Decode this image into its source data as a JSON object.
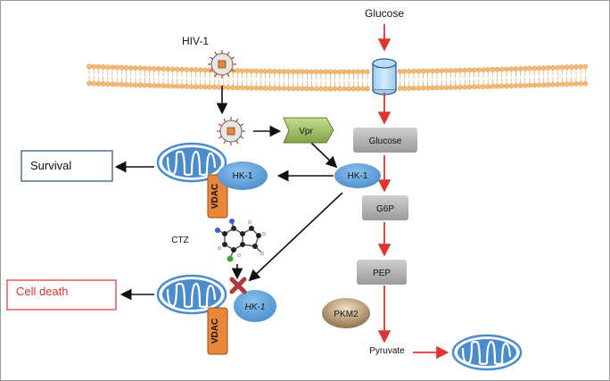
{
  "labels": {
    "glucose_top": "Glucose",
    "hiv1": "HIV-1",
    "vpr": "Vpr",
    "survival": "Survival",
    "hk1_upper": "HK-1",
    "hk1_mid": "HK-1",
    "hk1_lower": "HK-1",
    "vdac_upper": "VDAC",
    "vdac_lower": "VDAC",
    "ctz": "CTZ",
    "cell_death": "Cell death",
    "glucose_box": "Glucose",
    "g6p": "G6P",
    "pep": "PEP",
    "pkm2": "PKM2",
    "pyruvate": "Pyruvate"
  },
  "colors": {
    "membrane": "#f5b87a",
    "membrane_stroke": "#e8963f",
    "arrow_red": "#e0342e",
    "arrow_black": "#111111",
    "mito_blue": "#4a8ccc",
    "hk_blue": "#5d9fd8",
    "vdac_orange": "#e8873a",
    "vpr_green": "#8fb35a",
    "metabolite_gray": "#a8a8a8",
    "pkm2_brown": "#9b7a55",
    "survival_box": "#2c4d7a",
    "cell_death_red": "#e0342e",
    "inhibit_cross": "#b03a3a"
  }
}
